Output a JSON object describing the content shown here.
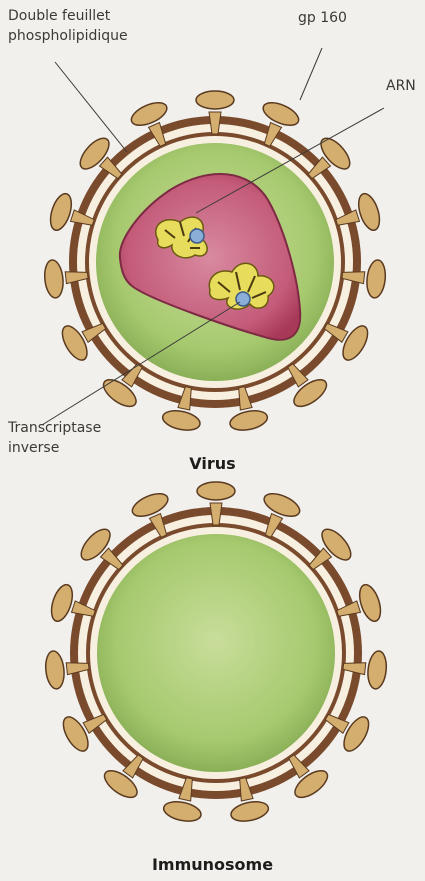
{
  "labels": {
    "bilayer_line1": "Double feuillet",
    "bilayer_line2": "phospholipidique",
    "gp160": "gp 160",
    "arn": "ARN",
    "transcriptase_line1": "Transcriptase",
    "transcriptase_line2": "inverse"
  },
  "captions": {
    "virus": "Virus",
    "immunosome": "Immunosome"
  },
  "colors": {
    "background": "#f1f0ec",
    "membrane_brown": "#7a4a2c",
    "membrane_light": "#f7efe0",
    "spike_tan": "#d4ae6e",
    "spike_outline": "#5a3a20",
    "interior_green": "#a6c96e",
    "capsid_red": "#b0405e",
    "capsid_pink": "#d07a90",
    "rna_yellow": "#e8dc5c",
    "enzyme_blue": "#8aaed8"
  }
}
